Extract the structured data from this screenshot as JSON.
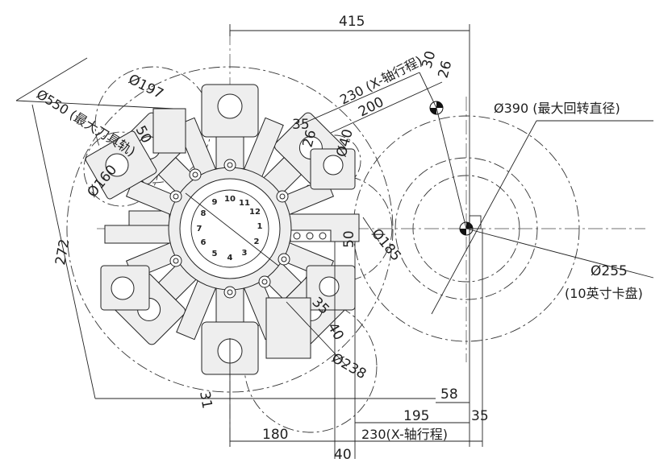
{
  "dimensions": {
    "top_width": "415",
    "x_travel_top": "230 (X-轴行程)",
    "d30": "30",
    "d26_top": "26",
    "d200": "200",
    "d35_top": "35",
    "d26_left": "26",
    "d40_left": "Ø40",
    "max_swing": "Ø390 (最大回转直径)",
    "max_tool": "Ø550 (最大刀具轨)",
    "d197": "Ø197",
    "d50_tool": "50",
    "d160": "Ø160",
    "d272": "272",
    "d185": "Ø185",
    "d50_mid": "50",
    "chuck": "Ø255",
    "chuck_note": "(10英寸卡盘)",
    "d35_mid": "35",
    "d40_mid": "40",
    "d238": "Ø238",
    "d31": "31",
    "d58": "58",
    "d195": "195",
    "d35_bottom": "35",
    "d180": "180",
    "x_travel_bottom": "230(X-轴行程)",
    "d40_bottom": "40"
  },
  "turret_numbers": [
    "10",
    "11",
    "12",
    "1",
    "2",
    "3",
    "4",
    "5",
    "6",
    "7",
    "8",
    "9"
  ]
}
